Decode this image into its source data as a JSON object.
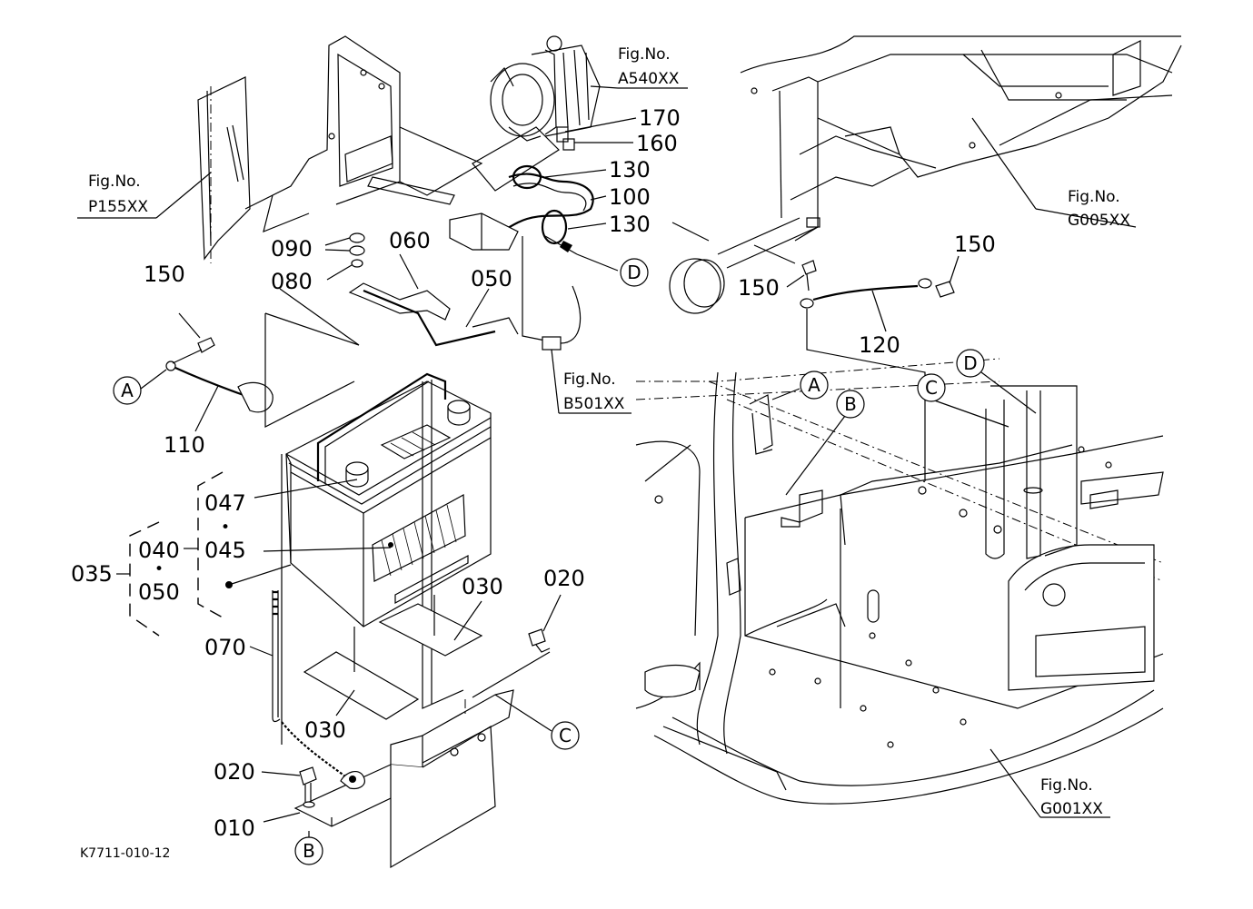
{
  "drawing": {
    "code": "K7711-010-12",
    "colors": {
      "line": "#000000",
      "background": "#ffffff"
    }
  },
  "figure_refs": [
    {
      "label": "Fig.No.",
      "number": "P155XX"
    },
    {
      "label": "Fig.No.",
      "number": "A540XX"
    },
    {
      "label": "Fig.No.",
      "number": "G005XX"
    },
    {
      "label": "Fig.No.",
      "number": "B501XX"
    },
    {
      "label": "Fig.No.",
      "number": "G001XX"
    }
  ],
  "part_numbers": {
    "p010": "010",
    "p020a": "020",
    "p020b": "020",
    "p030a": "030",
    "p030b": "030",
    "p035": "035",
    "p040": "040",
    "p045": "045",
    "p047": "047",
    "p050a": "050",
    "p050b": "050",
    "p060": "060",
    "p070": "070",
    "p080": "080",
    "p090": "090",
    "p100": "100",
    "p110": "110",
    "p120": "120",
    "p130a": "130",
    "p130b": "130",
    "p150a": "150",
    "p150b": "150",
    "p150c": "150",
    "p160": "160",
    "p170": "170"
  },
  "connection_refs": {
    "a1": "A",
    "a2": "A",
    "b1": "B",
    "b2": "B",
    "c1": "C",
    "c2": "C",
    "d1": "D",
    "d2": "D"
  },
  "group_separators": {
    "dot": "•"
  }
}
